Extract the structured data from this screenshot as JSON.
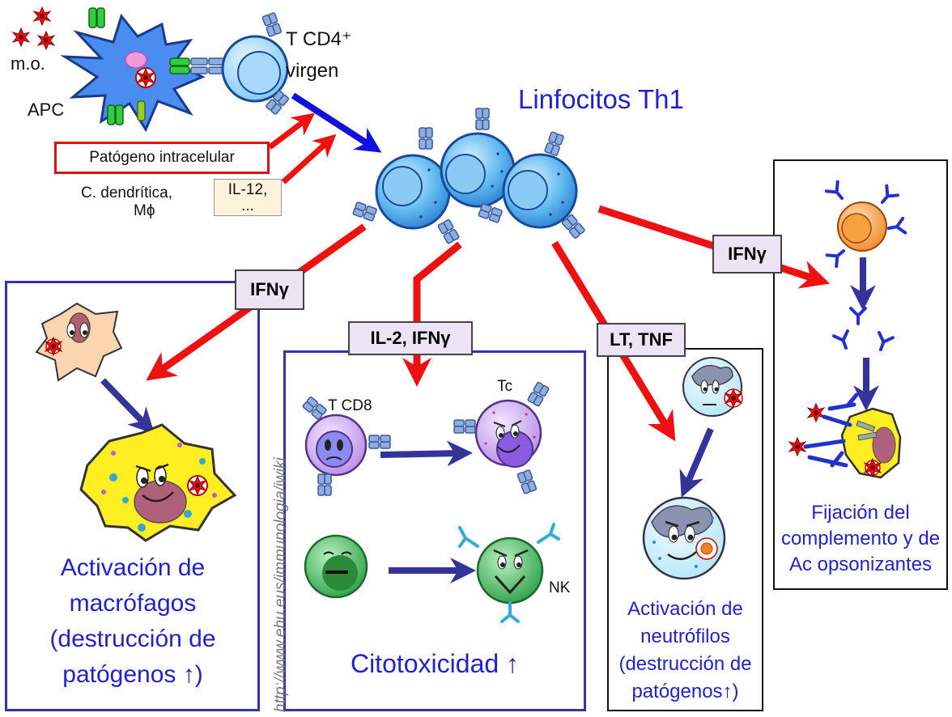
{
  "header": {
    "title": "Linfocitos Th1",
    "mo_label": "m.o.",
    "apc_label": "APC",
    "tcd4_label_line1": "T CD4⁺",
    "tcd4_label_line2": "virgen",
    "pathogen_box": "Patógeno intracelular",
    "dendritic_line1": "C. dendrítica,",
    "dendritic_line2": "Mϕ",
    "il12_line1": "IL-12,",
    "il12_line2": "..."
  },
  "cytokines": {
    "ifng_left": "IFNγ",
    "il2_ifng": "IL-2, IFNγ",
    "lt_tnf": "LT, TNF",
    "ifng_right": "IFNγ"
  },
  "panels": {
    "macrophage": {
      "line1": "Activación de",
      "line2": "macrófagos",
      "line3": "(destrucción de",
      "line4": "patógenos ↑)"
    },
    "cytotoxic": {
      "tcd8": "T CD8",
      "tc": "Tc",
      "nk": "NK",
      "caption": "Citotoxicidad ↑"
    },
    "neutrophil": {
      "line1": "Activación de",
      "line2": "neutrófilos",
      "line3": "(destrucción de",
      "line4": "patógenos↑)"
    },
    "complement": {
      "line1": "Fijación del",
      "line2": "complemento y de",
      "line3": "Ac opsonizantes"
    }
  },
  "watermark": "http://www.ehu.eus/immunologia/iwiki",
  "colors": {
    "title_blue": "#2222cc",
    "arrow_red": "#ee1111",
    "arrow_navy": "#333399",
    "panel_border": "#3333aa",
    "label_bg": "#ece4f4"
  }
}
